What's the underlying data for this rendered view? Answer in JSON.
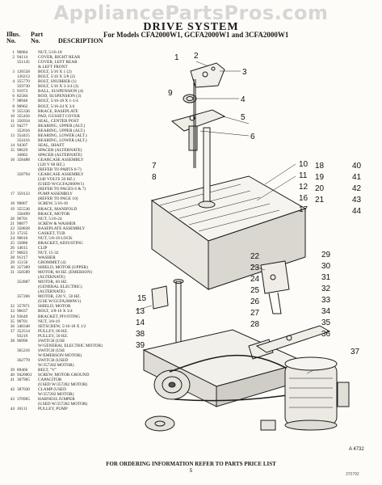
{
  "watermark": "AppliancePartsPros.com",
  "title": "DRIVE SYSTEM",
  "header": {
    "illus_label": "Illus.",
    "illus_no": "No.",
    "part_label": "Part",
    "part_no": "No.",
    "models": "For Models CFA2000W1, GCFA2000W1 and 3CFA2000W1",
    "description_label": "DESCRIPTION"
  },
  "parts": [
    {
      "n": "1",
      "p": "90884",
      "d": "Nut, 5/16-18"
    },
    {
      "n": "2",
      "p": "94114",
      "d": "Cover, right rear"
    },
    {
      "n": "",
      "p": "351145",
      "d": "Cover, left rear"
    },
    {
      "n": "",
      "p": "",
      "d": "& left front"
    },
    {
      "n": "3",
      "p": "126558",
      "d": "Bolt, 5/16 x 1 (2)"
    },
    {
      "n": "",
      "p": "126213",
      "d": "Bolt, 5/16 x 5/8 (2)"
    },
    {
      "n": "4",
      "p": "355770",
      "d": "Bolt, snubber (1)"
    },
    {
      "n": "",
      "p": "359730",
      "d": "Bolt, 5/16 x 3-3/4 (3)"
    },
    {
      "n": "5",
      "p": "91972",
      "d": "Ball, suspension (4)"
    },
    {
      "n": "6",
      "p": "82584",
      "d": "Rod, suspension (3)"
    },
    {
      "n": "7",
      "p": "98946",
      "d": "Bolt, 5/16-18 x 1-1/4"
    },
    {
      "n": "8",
      "p": "90962",
      "d": "Bolt, 5/16-24 x 3/4"
    },
    {
      "n": "9",
      "p": "355336",
      "d": "Brace, baseplate"
    },
    {
      "n": "10",
      "p": "355456",
      "d": "Pad, gusset cover"
    },
    {
      "n": "11",
      "p": "356934",
      "d": "Seal, center post"
    },
    {
      "n": "12",
      "p": "94277",
      "d": "Bearing, upper (alt.)"
    },
    {
      "n": "",
      "p": "352616",
      "d": "Bearing, upper (alt.)"
    },
    {
      "n": "13",
      "p": "354415",
      "d": "Bearing, lower (alt.)"
    },
    {
      "n": "",
      "p": "354116",
      "d": "Bearing, lower (alt.)"
    },
    {
      "n": "14",
      "p": "94307",
      "d": "Seal, shaft"
    },
    {
      "n": "15",
      "p": "90629",
      "d": "Spacer (alternate)"
    },
    {
      "n": "",
      "p": "16862",
      "d": "Spacer (alternate)"
    },
    {
      "n": "16",
      "p": "358488",
      "d": "Gearcase assembly"
    },
    {
      "n": "",
      "p": "",
      "d": "(120 v 60 hz.)"
    },
    {
      "n": "",
      "p": "",
      "d": "(refer to parts 6-7)"
    },
    {
      "n": "",
      "p": "358794",
      "d": "Gearcase assembly"
    },
    {
      "n": "",
      "p": "",
      "d": "(240 volts 50 hz.)"
    },
    {
      "n": "",
      "p": "",
      "d": "(used w/gcfa2000w1)"
    },
    {
      "n": "",
      "p": "",
      "d": "(refer to pages 6 & 7)"
    },
    {
      "n": "17",
      "p": "359133",
      "d": "Pump assembly"
    },
    {
      "n": "",
      "p": "",
      "d": "(refer to page 10)"
    },
    {
      "n": "18",
      "p": "90867",
      "d": "Screw, 5/16-18"
    },
    {
      "n": "19",
      "p": "355536",
      "d": "Brace, manifold"
    },
    {
      "n": "",
      "p": "358499",
      "d": "Brace, motor"
    },
    {
      "n": "20",
      "p": "90701",
      "d": "Nut, 5/16-24"
    },
    {
      "n": "21",
      "p": "90877",
      "d": "Screw & washer"
    },
    {
      "n": "22",
      "p": "358828",
      "d": "Baseplate assembly"
    },
    {
      "n": "23",
      "p": "17235",
      "d": "Gasket, tub"
    },
    {
      "n": "24",
      "p": "90016",
      "d": "Nut, 5/8-18 lock"
    },
    {
      "n": "25",
      "p": "35886",
      "d": "Bracket, adjusting"
    },
    {
      "n": "26",
      "p": "14615",
      "d": "Clip"
    },
    {
      "n": "27",
      "p": "96823",
      "d": "Nut, 15-32"
    },
    {
      "n": "28",
      "p": "91217",
      "d": "Washer"
    },
    {
      "n": "29",
      "p": "15156",
      "d": "Grommet (4)"
    },
    {
      "n": "30",
      "p": "357389",
      "d": "Shield, motor (upper)"
    },
    {
      "n": "31",
      "p": "358589",
      "d": "Motor, 60 hz. (emerson)"
    },
    {
      "n": "",
      "p": "",
      "d": "(alternate)"
    },
    {
      "n": "",
      "p": "352887",
      "d": "Motor, 60 hz."
    },
    {
      "n": "",
      "p": "",
      "d": "(general electric)"
    },
    {
      "n": "",
      "p": "",
      "d": "(alternate)"
    },
    {
      "n": "",
      "p": "357266",
      "d": "Motor, 220 v., 50 hz."
    },
    {
      "n": "",
      "p": "",
      "d": "(use w/gcfa2000w1)"
    },
    {
      "n": "32",
      "p": "357871",
      "d": "Shield, motor"
    },
    {
      "n": "33",
      "p": "96037",
      "d": "Bolt, 3/8-16 x 3/4"
    },
    {
      "n": "34",
      "p": "93649",
      "d": "Bracket, pivoting"
    },
    {
      "n": "35",
      "p": "90701",
      "d": "Nut, 3/8-16"
    },
    {
      "n": "36",
      "p": "348348",
      "d": "Setscrew, 5/16-18 x 1/2"
    },
    {
      "n": "37",
      "p": "352514",
      "d": "Pulley, 60 hz."
    },
    {
      "n": "",
      "p": "93219",
      "d": "Pulley, 50 hz."
    },
    {
      "n": "38",
      "p": "96996",
      "d": "Switch (use"
    },
    {
      "n": "",
      "p": "",
      "d": "w/general electric motor)"
    },
    {
      "n": "",
      "p": "365216",
      "d": "Switch (use"
    },
    {
      "n": "",
      "p": "",
      "d": "w/emerson motor)"
    },
    {
      "n": "",
      "p": "362778",
      "d": "Switch (used"
    },
    {
      "n": "",
      "p": "",
      "d": "w/357282 motor)"
    },
    {
      "n": "39",
      "p": "89466",
      "d": "Belt, \"V\""
    },
    {
      "n": "40",
      "p": "9420061",
      "d": "Screw, motor ground"
    },
    {
      "n": "41",
      "p": "307905",
      "d": "Capacitor"
    },
    {
      "n": "",
      "p": "",
      "d": "(used w/357282 motor)"
    },
    {
      "n": "42",
      "p": "387030",
      "d": "Clamp (used"
    },
    {
      "n": "",
      "p": "",
      "d": "w/357282 motor)"
    },
    {
      "n": "43",
      "p": "370965",
      "d": "Harness jumper"
    },
    {
      "n": "",
      "p": "",
      "d": "(used w/357282 motor)"
    },
    {
      "n": "44",
      "p": "16111",
      "d": "Pulley, pump"
    }
  ],
  "callouts": [
    "1",
    "2",
    "3",
    "4",
    "5",
    "6",
    "7",
    "8",
    "9",
    "10",
    "11",
    "12",
    "13",
    "14",
    "15",
    "16",
    "17",
    "18",
    "19",
    "20",
    "21",
    "22",
    "23",
    "24",
    "25",
    "26",
    "27",
    "28",
    "29",
    "30",
    "31",
    "32",
    "33",
    "34",
    "35",
    "36",
    "37",
    "38",
    "39",
    "40",
    "41",
    "42",
    "43",
    "44"
  ],
  "diagram_ref": "A 4732",
  "footer": "FOR ORDERING INFORMATION REFER TO PARTS PRICE LIST",
  "page_number": "5",
  "stamp": "370792"
}
